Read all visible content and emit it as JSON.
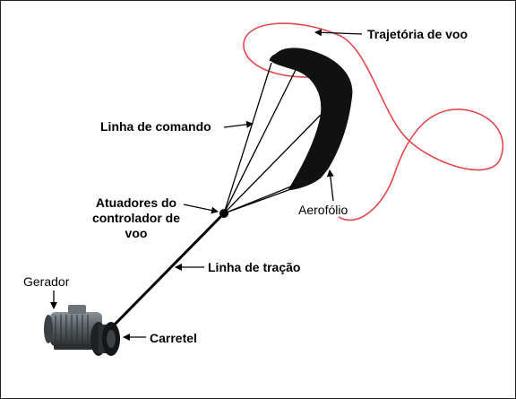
{
  "labels": {
    "trajectory": "Trajetória de voo",
    "command_line": "Linha de comando",
    "actuators_line1": "Atuadores do",
    "actuators_line2": "controlador de",
    "actuators_line3": "voo",
    "airfoil": "Aerofólio",
    "traction_line": "Linha de tração",
    "generator": "Gerador",
    "reel": "Carretel"
  },
  "colors": {
    "trajectory": "#e0474c",
    "kite": "#111111",
    "lines": "#000000",
    "generator_body": "#4a5054"
  }
}
